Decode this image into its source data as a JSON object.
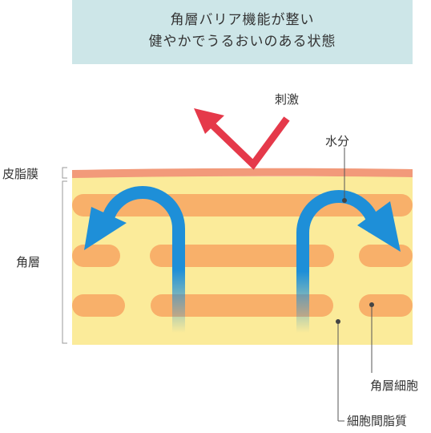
{
  "title": {
    "line1": "角層バリア機能が整い",
    "line2": "健やかでうるおいのある状態"
  },
  "labels": {
    "sebum": "皮脂膜",
    "stratum": "角層",
    "stimulus": "刺激",
    "moisture": "水分",
    "corneocyte": "角層細胞",
    "intercellular": "細胞間脂質"
  },
  "colors": {
    "title_bg": "#cde6e8",
    "sebum": "#f29a7a",
    "lipid": "#fbeb9a",
    "cell": "#f8b06a",
    "water": "#1e8fd8",
    "stimulus": "#e5394a"
  },
  "icons": {
    "stimulus_arrow": "red-v-arrow-icon",
    "water_arrows": "blue-curved-arrow-icon"
  }
}
